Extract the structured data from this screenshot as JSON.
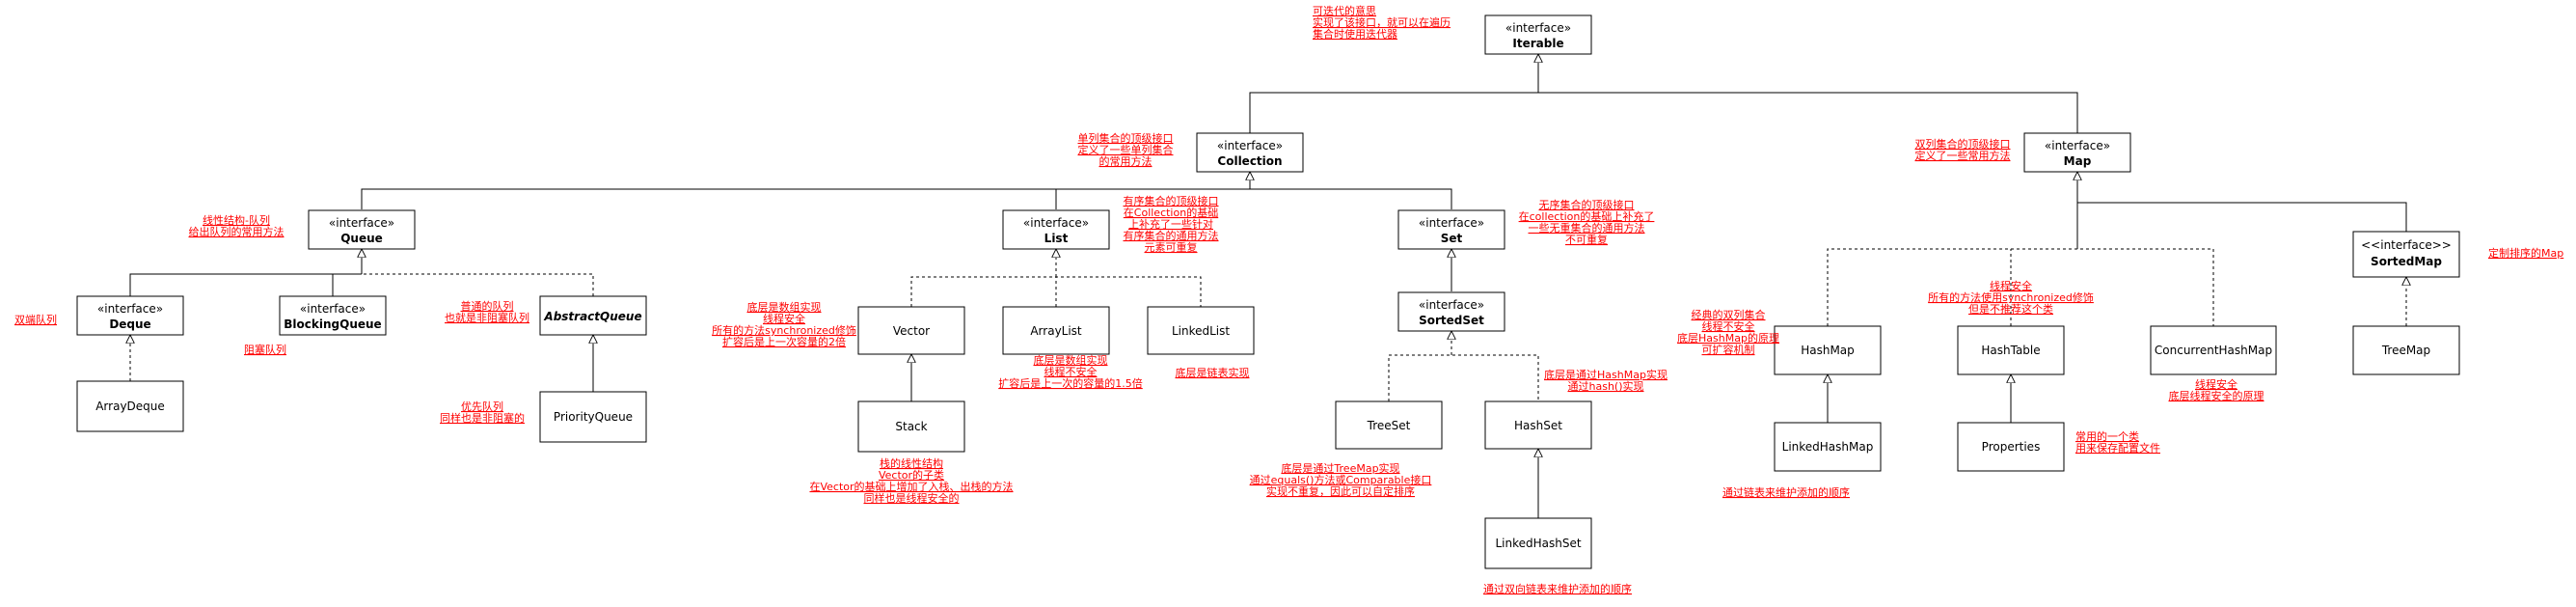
{
  "nodes": {
    "iterable": {
      "stereo": "«interface»",
      "name": "Iterable"
    },
    "collection": {
      "stereo": "«interface»",
      "name": "Collection"
    },
    "map": {
      "stereo": "«interface»",
      "name": "Map"
    },
    "queue": {
      "stereo": "«interface»",
      "name": "Queue"
    },
    "list": {
      "stereo": "«interface»",
      "name": "List"
    },
    "set": {
      "stereo": "«interface»",
      "name": "Set"
    },
    "deque": {
      "stereo": "«interface»",
      "name": "Deque"
    },
    "blockingqueue": {
      "stereo": "«interface»",
      "name": "BlockingQueue"
    },
    "abstractqueue": {
      "name": "AbstractQueue"
    },
    "arraydeque": {
      "name": "ArrayDeque"
    },
    "priorityqueue": {
      "name": "PriorityQueue"
    },
    "vector": {
      "name": "Vector"
    },
    "arraylist": {
      "name": "ArrayList"
    },
    "linkedlist": {
      "name": "LinkedList"
    },
    "stack": {
      "name": "Stack"
    },
    "sortedset": {
      "stereo": "«interface»",
      "name": "SortedSet"
    },
    "treeset": {
      "name": "TreeSet"
    },
    "hashset": {
      "name": "HashSet"
    },
    "linkedhashset": {
      "name": "LinkedHashSet"
    },
    "hashmap": {
      "name": "HashMap"
    },
    "hashtable": {
      "name": "HashTable"
    },
    "concurrenthashmap": {
      "name": "ConcurrentHashMap"
    },
    "sortedmap": {
      "stereo": "<<interface>>",
      "name": "SortedMap"
    },
    "treemap": {
      "name": "TreeMap"
    },
    "linkedhashmap": {
      "name": "LinkedHashMap"
    },
    "properties": {
      "name": "Properties"
    }
  },
  "notes": {
    "iterable": [
      "可迭代的意思",
      "实现了该接口，就可以在遍历",
      "集合时使用迭代器"
    ],
    "collection": [
      "单列集合的顶级接口",
      "定义了一些单列集合",
      "的常用方法"
    ],
    "map": [
      "双列集合的顶级接口",
      "定义了一些常用方法"
    ],
    "queue": [
      "线性结构-队列",
      "给出队列的常用方法"
    ],
    "list": [
      "有序集合的顶级接口",
      "在Collection的基础",
      "上补充了一些针对",
      "有序集合的通用方法",
      "元素可重复"
    ],
    "set": [
      "无序集合的顶级接口",
      "在collection的基础上补充了",
      "一些无重集合的通用方法",
      "不可重复"
    ],
    "deque": [
      "双端队列"
    ],
    "blockingqueue": [
      "阻塞队列"
    ],
    "abstractqueue": [
      "普通的队列",
      "也就是非阻塞队列"
    ],
    "priorityqueue": [
      "优先队列",
      "同样也是非阻塞的"
    ],
    "vector": [
      "底层是数组实现",
      "线程安全",
      "所有的方法synchronized修饰",
      "扩容后是上一次容量的2倍"
    ],
    "arraylist": [
      "底层是数组实现",
      "线程不安全",
      "扩容后是上一次的容量的1.5倍"
    ],
    "linkedlist": [
      "底层是链表实现"
    ],
    "stack": [
      "栈的线性结构",
      "Vector的子类",
      "在Vector的基础上增加了入栈、出栈的方法",
      "同样也是线程安全的"
    ],
    "treeset": [
      "底层是通过TreeMap实现",
      "通过equals()方法或Comparable接口",
      "实现不重复，因此可以自定排序"
    ],
    "hashset": [
      "底层是通过HashMap实现",
      "通过hash()实现"
    ],
    "linkedhashset": [
      "通过双向链表来维护添加的顺序"
    ],
    "hashmap": [
      "经典的双列集合",
      "线程不安全",
      "底层HashMap的原理",
      "可扩容机制"
    ],
    "hashtable": [
      "线程安全",
      "所有的方法使用synchronized修饰",
      "但是不推荐这个类"
    ],
    "concurrenthashmap": [
      "线程安全",
      "底层线程安全的原理"
    ],
    "sortedmap": [
      "定制排序的Map"
    ],
    "linkedhashmap": [
      "通过链表来维护添加的顺序"
    ],
    "properties": [
      "常用的一个类",
      "用来保存配置文件"
    ]
  }
}
